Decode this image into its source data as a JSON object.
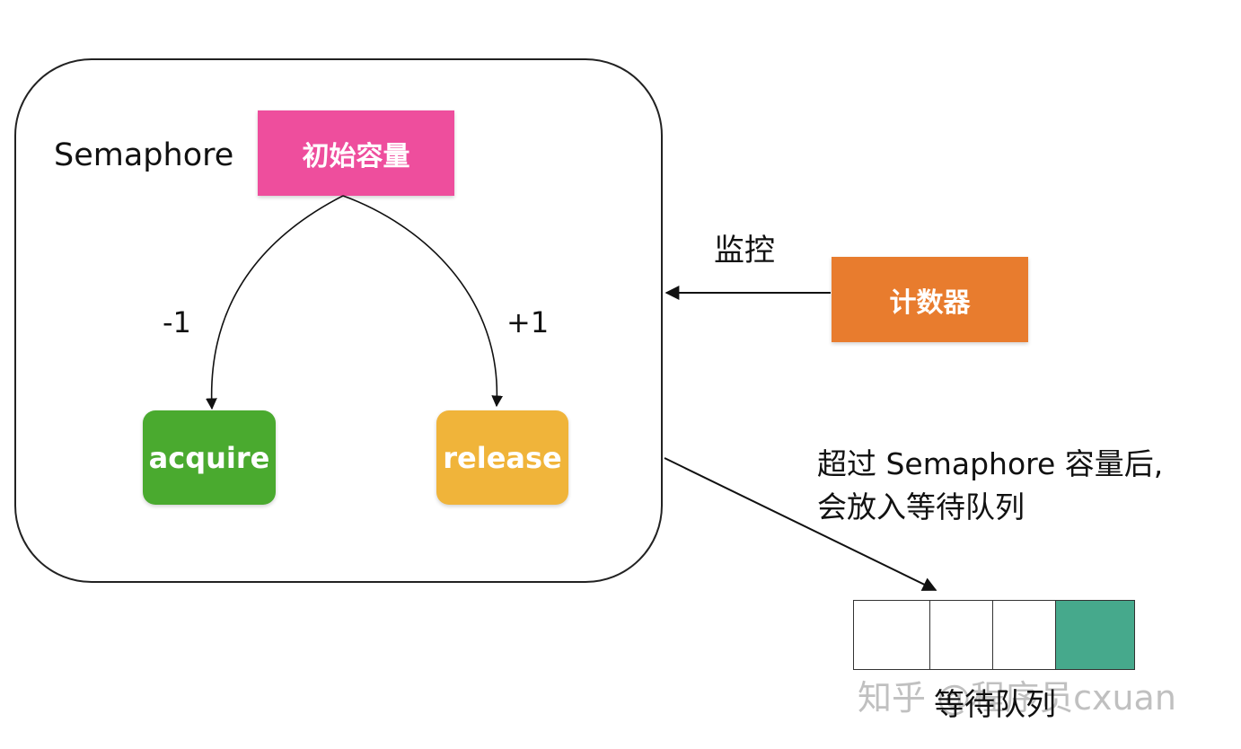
{
  "diagram": {
    "semaphore_label": "Semaphore",
    "initial_capacity": {
      "label": "初始容量",
      "color": "#EE4E9D"
    },
    "acquire": {
      "label": "acquire",
      "color": "#4AAA2F",
      "edge_label": "-1"
    },
    "release": {
      "label": "release",
      "color": "#F0B43A",
      "edge_label": "+1"
    },
    "counter": {
      "label": "计数器",
      "color": "#E87C2E",
      "edge_label": "监控"
    },
    "overflow_note": {
      "line1": "超过 Semaphore 容量后,",
      "line2": "会放入等待队列"
    },
    "wait_queue": {
      "label": "等待队列",
      "cells": [
        {
          "filled": false
        },
        {
          "filled": false
        },
        {
          "filled": false
        },
        {
          "filled": true,
          "color": "#46A98C"
        }
      ]
    }
  },
  "watermark": {
    "text": "知乎 @程序员cxuan"
  }
}
